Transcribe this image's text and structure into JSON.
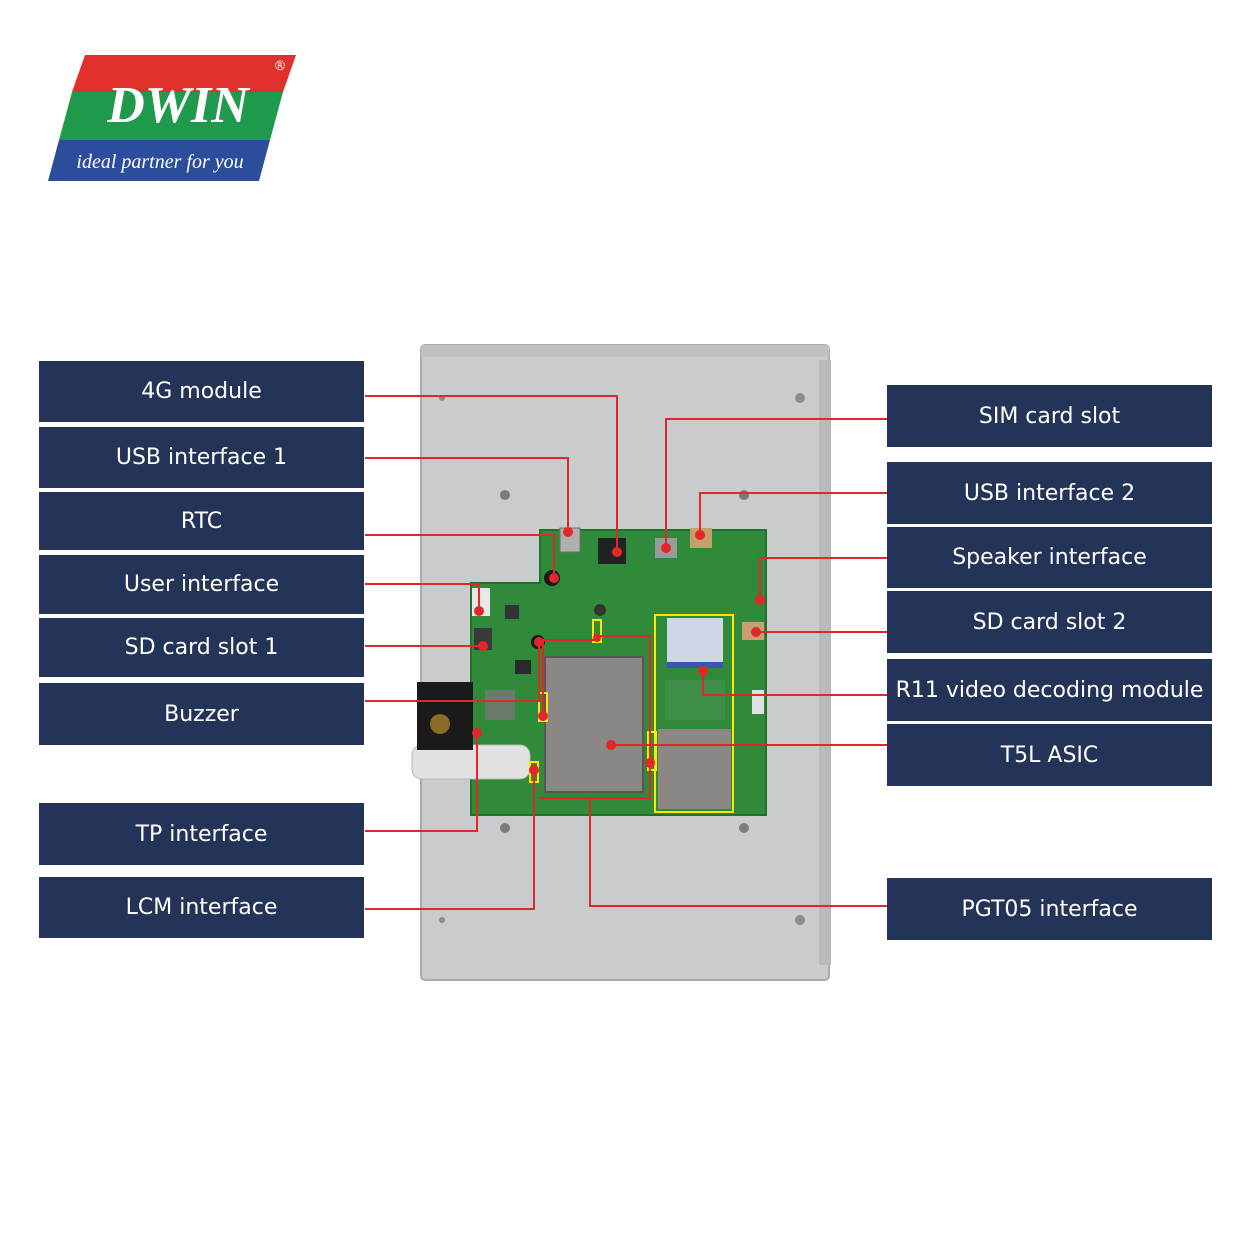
{
  "logo": {
    "brand": "DWIN",
    "registered_mark": "®",
    "tagline": "ideal partner for you",
    "colors": {
      "red": "#e0302b",
      "green": "#1f9a4d",
      "blue": "#2c4c9c"
    }
  },
  "callouts_left": [
    {
      "label": "4G module"
    },
    {
      "label": "USB interface 1"
    },
    {
      "label": "RTC"
    },
    {
      "label": "User interface"
    },
    {
      "label": "SD card slot 1"
    },
    {
      "label": "Buzzer"
    },
    {
      "label": "TP interface"
    },
    {
      "label": "LCM interface"
    }
  ],
  "callouts_right": [
    {
      "label": "SIM card slot"
    },
    {
      "label": "USB interface 2"
    },
    {
      "label": "Speaker interface"
    },
    {
      "label": "SD card slot 2"
    },
    {
      "label": "R11 video decoding module"
    },
    {
      "label": "T5L ASIC"
    },
    {
      "label": "PGT05 interface"
    }
  ],
  "colors": {
    "label_bg": "#243459",
    "leader_line": "#e3262a",
    "pcb": "#2f8a3a",
    "housing": "#c9cccd",
    "highlight": "#ffe600"
  }
}
